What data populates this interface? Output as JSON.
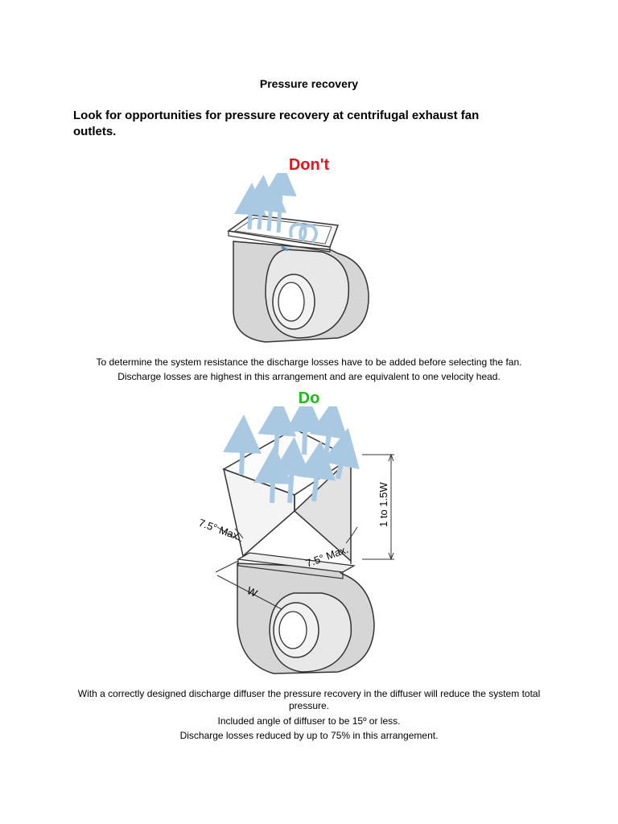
{
  "page": {
    "title": "Pressure recovery",
    "lead": "Look for opportunities for pressure recovery at centrifugal exhaust fan outlets."
  },
  "figure_dont": {
    "label": "Don't",
    "caption_1": "To determine the system resistance the discharge losses have to be added before selecting the fan.",
    "caption_2": "Discharge losses are highest in this arrangement and are equivalent to one velocity head."
  },
  "figure_do": {
    "label": "Do",
    "dim_height": "1 to 1.5W",
    "dim_angle_left": "7.5° Max.",
    "dim_angle_right": "7.5° Max.",
    "dim_width": "W",
    "caption_1": "With a correctly designed discharge diffuser the pressure recovery in the diffuser will reduce the system total pressure.",
    "caption_2": "Included angle of diffuser to be 15º or less.",
    "caption_3": "Discharge losses reduced by up to 75% in this arrangement."
  },
  "colors": {
    "dont": "#e8141b",
    "do": "#1dbb1d",
    "arrow": "#a9c9e3",
    "housing": "#d9d9d9"
  }
}
